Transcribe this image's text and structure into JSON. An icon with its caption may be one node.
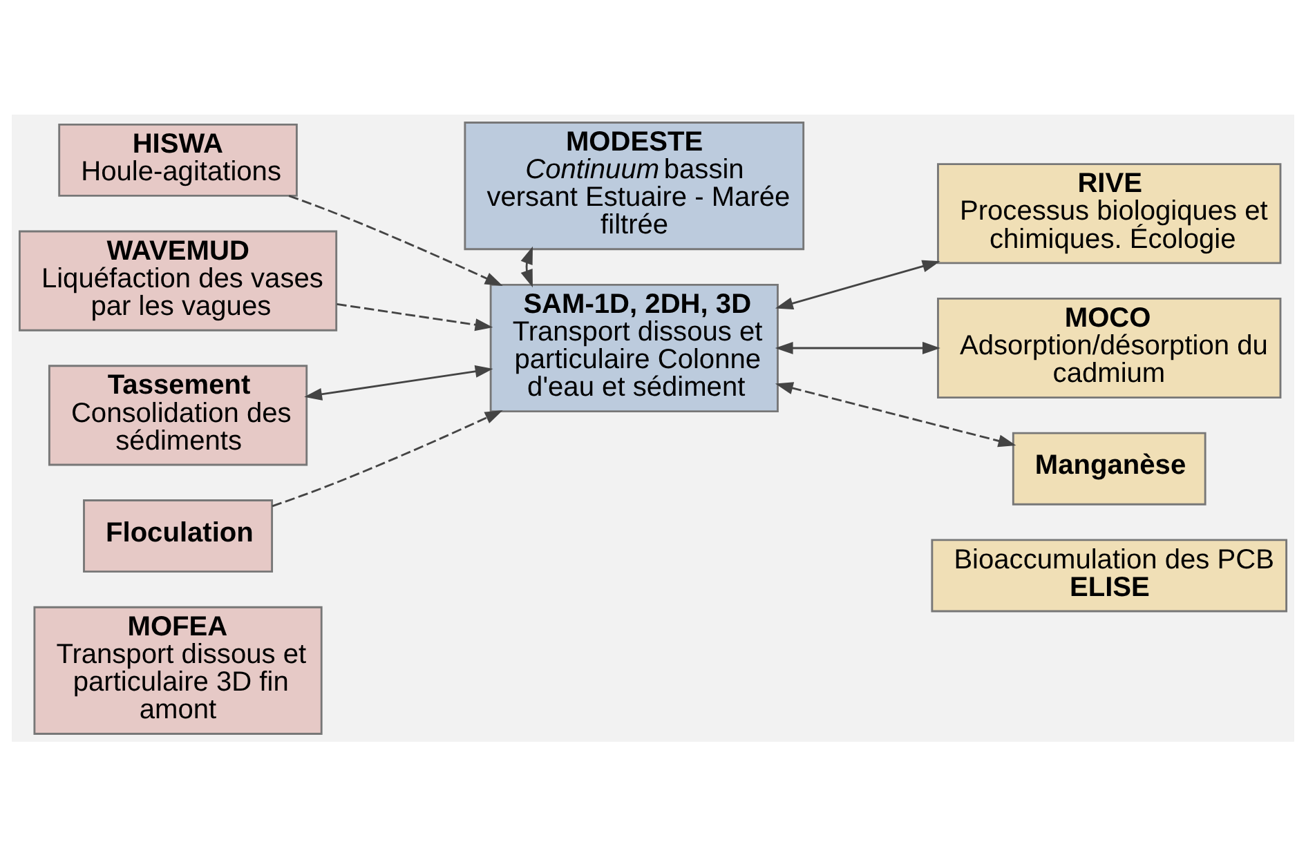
{
  "diagram": {
    "nodes": [
      {
        "text": [
          "MODESTE",
          "*Continuum* bassin versant Estuaire - Marée filtrée"
        ]
      },
      {
        "text": [
          "HISWA",
          "Houle-agitations"
        ]
      },
      {
        "text": [
          "WAVEMUD",
          "Liquéfaction des vases par les vagues"
        ]
      },
      {
        "text": [
          "Tassement",
          "Consolidation des sédiments"
        ]
      },
      {
        "text": [
          "Floculation"
        ]
      },
      {
        "text": [
          "MOFEA",
          "Transport dissous et particulaire 3D fin amont"
        ]
      },
      {
        "text": [
          "SAM-1D, 2DH, 3D",
          "Transport dissous et particulaire Colonne d'eau et sédiment"
        ]
      },
      {
        "text": [
          "RIVE",
          "Processus biologiques et chimiques. Écologie"
        ]
      },
      {
        "text": [
          "MOCO",
          "Adsorption/désorption du cadmium"
        ]
      },
      {
        "text": [
          "Manganèse"
        ]
      },
      {
        "text": [
          "Bioaccumulation des PCB",
          "ELISE"
        ]
      }
    ],
    "edges": [
      {
        "from": 1,
        "to": 6,
        "arrow": "to",
        "style": "dashed"
      },
      {
        "from": 2,
        "to": 6,
        "arrow": "to",
        "style": "dashed"
      },
      {
        "from": 3,
        "to": 6,
        "arrow": "both"
      },
      {
        "from": 4,
        "to": 6,
        "arrow": "to",
        "style": "dashed"
      },
      {
        "from": 6,
        "to": 0,
        "arrow": "both"
      },
      {
        "from": 6,
        "to": 7,
        "arrow": "both"
      },
      {
        "from": 6,
        "to": 8,
        "arrow": "both"
      },
      {
        "from": 6,
        "to": 9,
        "arrow": "both",
        "style": "dashed"
      }
    ]
  }
}
